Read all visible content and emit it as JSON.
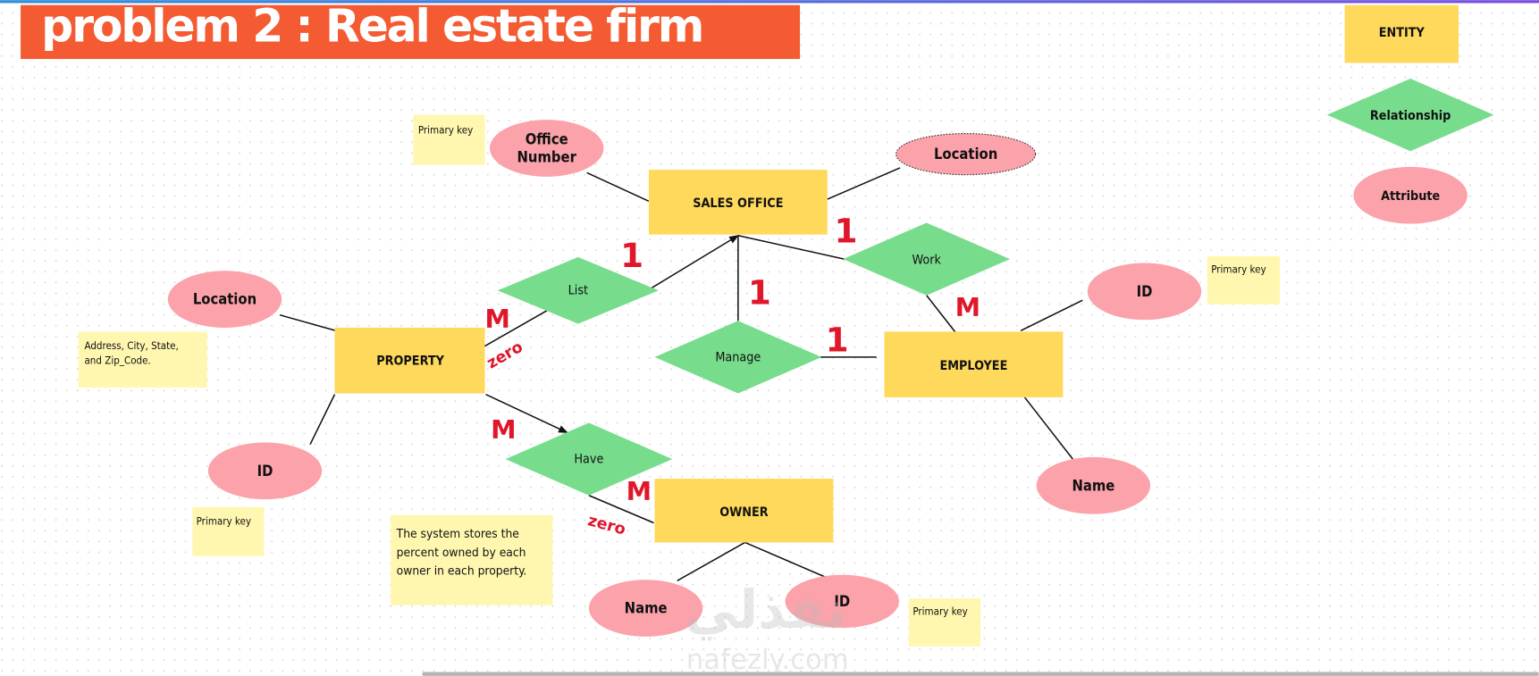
{
  "title": "problem 2 : Real estate firm",
  "colors": {
    "banner": "#F45B32",
    "entity": "#FFD95C",
    "relationship": "#77DD8C",
    "attribute": "#FBA2AA",
    "note": "#FFF7B0",
    "cardinality": "#E0162B"
  },
  "legend": {
    "entity": "ENTITY",
    "relationship": "Relationship",
    "attribute": "Attribute"
  },
  "entities": {
    "sales_office": "SALES OFFICE",
    "property": "PROPERTY",
    "employee": "EMPLOYEE",
    "owner": "OWNER"
  },
  "relationships": {
    "list": "List",
    "work": "Work",
    "manage": "Manage",
    "have": "Have"
  },
  "attributes": {
    "office_number_1": "Office",
    "office_number_2": "Number",
    "office_location": "Location",
    "property_location": "Location",
    "property_id": "ID",
    "employee_id": "ID",
    "employee_name": "Name",
    "owner_name": "Name",
    "owner_id": "ID"
  },
  "notes": {
    "pk_office": "Primary key",
    "pk_employee": "Primary key",
    "pk_property": "Primary key",
    "pk_owner": "Primary key",
    "address_1": "Address, City, State,",
    "address_2": "and Zip_Code.",
    "percent_1": "The system stores the",
    "percent_2": "percent owned by each",
    "percent_3": "owner in each property."
  },
  "cardinalities": {
    "list_office": "1",
    "list_property": "M",
    "list_property_min": "zero",
    "work_office": "1",
    "work_employee": "M",
    "manage_office": "1",
    "manage_employee": "1",
    "have_property": "M",
    "have_owner": "M",
    "have_owner_min": "zero"
  },
  "watermark": {
    "arabic": "نفذلي",
    "latin": "nafezly.com"
  }
}
